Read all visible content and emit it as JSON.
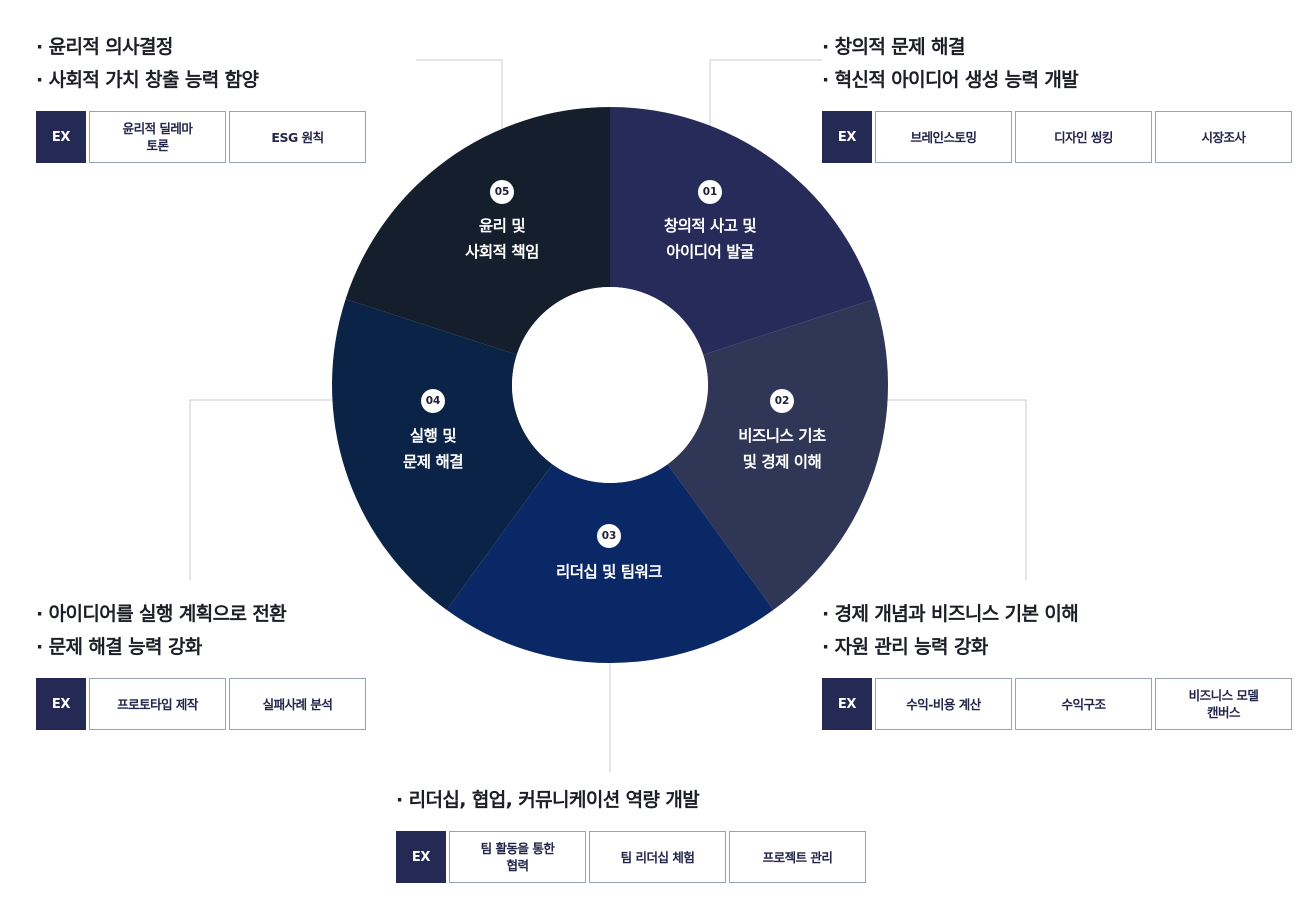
{
  "colors": {
    "segment_01": "#262b5a",
    "segment_02": "#303655",
    "segment_03": "#0b2866",
    "segment_04": "#0a2346",
    "segment_05": "#141e2c",
    "ex_badge": "#252a55",
    "leader_line": "#c9cbd3"
  },
  "segments": [
    {
      "number": "01",
      "label": "창의적 사고 및\n아이디어 발굴"
    },
    {
      "number": "02",
      "label": "비즈니스 기초\n및 경제 이해"
    },
    {
      "number": "03",
      "label": "리더십 및 팀워크"
    },
    {
      "number": "04",
      "label": "실행 및\n문제 해결"
    },
    {
      "number": "05",
      "label": "윤리 및\n사회적 책임"
    }
  ],
  "callouts": [
    {
      "id": "01",
      "bullets": [
        "· 창의적 문제 해결",
        "· 혁신적 아이디어 생성 능력 개발"
      ],
      "ex_label": "EX",
      "examples": [
        "브레인스토밍",
        "디자인 씽킹",
        "시장조사"
      ]
    },
    {
      "id": "02",
      "bullets": [
        "· 경제 개념과 비즈니스 기본 이해",
        "· 자원 관리 능력 강화"
      ],
      "ex_label": "EX",
      "examples": [
        "수익-비용 계산",
        "수익구조",
        "비즈니스 모델\n캔버스"
      ]
    },
    {
      "id": "03",
      "bullets": [
        "· 리더십, 협업, 커뮤니케이션 역량 개발"
      ],
      "ex_label": "EX",
      "examples": [
        "팀 활동을 통한\n협력",
        "팀 리더십 체험",
        "프로젝트 관리"
      ]
    },
    {
      "id": "04",
      "bullets": [
        "· 아이디어를 실행 계획으로 전환",
        "· 문제 해결 능력 강화"
      ],
      "ex_label": "EX",
      "examples": [
        "프로토타입 제작",
        "실패사례 분석"
      ]
    },
    {
      "id": "05",
      "bullets": [
        "· 윤리적 의사결정",
        "· 사회적 가치 창출 능력 함양"
      ],
      "ex_label": "EX",
      "examples": [
        "윤리적 딜레마\n토론",
        "ESG 원칙"
      ]
    }
  ]
}
